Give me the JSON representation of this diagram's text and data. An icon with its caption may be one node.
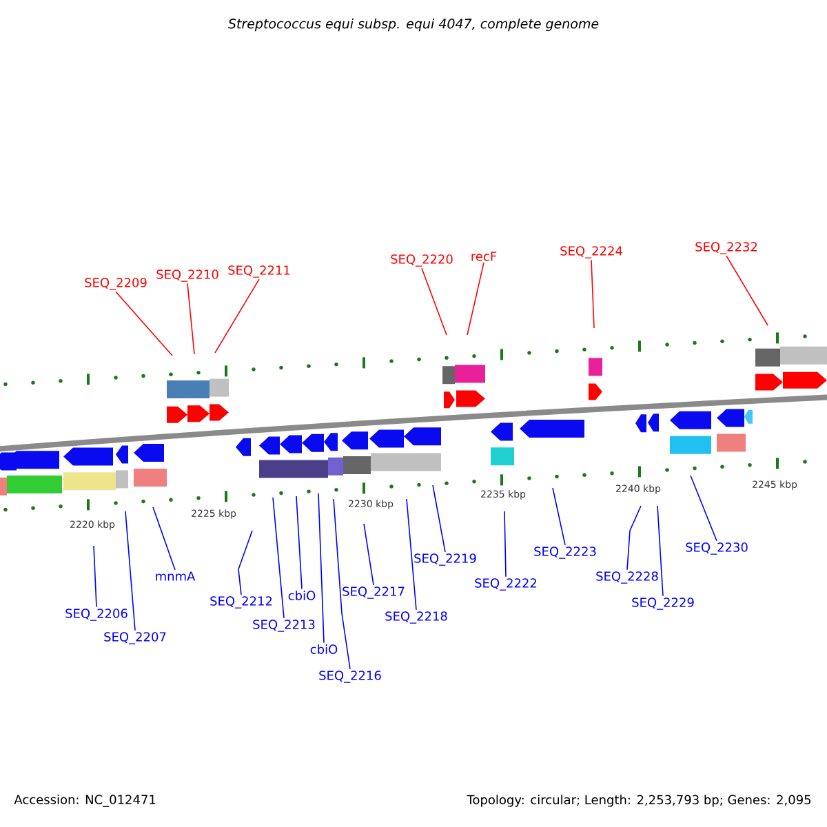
{
  "diagram": {
    "title": "Streptococcus equi subsp. equi 4047, complete genome",
    "nodes": [
      {
        "text": [
          "SEQ_2209"
        ]
      },
      {
        "text": [
          "SEQ_2210"
        ]
      },
      {
        "text": [
          "SEQ_2211"
        ]
      },
      {
        "text": [
          "SEQ_2220"
        ]
      },
      {
        "text": [
          "recF"
        ]
      },
      {
        "text": [
          "SEQ_2224"
        ]
      },
      {
        "text": [
          "SEQ_2232"
        ]
      },
      {
        "text": [
          "SEQ_2206"
        ]
      },
      {
        "text": [
          "SEQ_2207"
        ]
      },
      {
        "text": [
          "mnmA"
        ]
      },
      {
        "text": [
          "SEQ_2212"
        ]
      },
      {
        "text": [
          "SEQ_2213"
        ]
      },
      {
        "text": [
          "cbiO"
        ]
      },
      {
        "text": [
          "cbiO"
        ]
      },
      {
        "text": [
          "SEQ_2216"
        ]
      },
      {
        "text": [
          "SEQ_2217"
        ]
      },
      {
        "text": [
          "SEQ_2218"
        ]
      },
      {
        "text": [
          "SEQ_2219"
        ]
      },
      {
        "text": [
          "SEQ_2222"
        ]
      },
      {
        "text": [
          "SEQ_2223"
        ]
      },
      {
        "text": [
          "SEQ_2228"
        ]
      },
      {
        "text": [
          "SEQ_2229"
        ]
      },
      {
        "text": [
          "SEQ_2230"
        ]
      }
    ],
    "edges": [
      {
        "from": 0,
        "to": null,
        "arrow": "none",
        "color": "#ff0000"
      },
      {
        "from": 1,
        "to": null,
        "arrow": "none",
        "color": "#ff0000"
      },
      {
        "from": 2,
        "to": null,
        "arrow": "none",
        "color": "#ff0000"
      },
      {
        "from": 3,
        "to": null,
        "arrow": "none",
        "color": "#ff0000"
      },
      {
        "from": 4,
        "to": null,
        "arrow": "none",
        "color": "#ff0000"
      },
      {
        "from": 5,
        "to": null,
        "arrow": "none",
        "color": "#ff0000"
      },
      {
        "from": 6,
        "to": null,
        "arrow": "none",
        "color": "#ff0000"
      },
      {
        "from": 7,
        "to": null,
        "arrow": "none"
      },
      {
        "from": 8,
        "to": null,
        "arrow": "none"
      },
      {
        "from": 9,
        "to": null,
        "arrow": "none"
      },
      {
        "from": 10,
        "to": null,
        "arrow": "none"
      },
      {
        "from": 11,
        "to": null,
        "arrow": "none"
      },
      {
        "from": 12,
        "to": null,
        "arrow": "none"
      },
      {
        "from": 13,
        "to": null,
        "arrow": "none"
      },
      {
        "from": 14,
        "to": null,
        "arrow": "none"
      },
      {
        "from": 15,
        "to": null,
        "arrow": "none"
      },
      {
        "from": 16,
        "to": null,
        "arrow": "none"
      },
      {
        "from": 17,
        "to": null,
        "arrow": "none"
      },
      {
        "from": 18,
        "to": null,
        "arrow": "none"
      },
      {
        "from": 19,
        "to": null,
        "arrow": "none"
      },
      {
        "from": 20,
        "to": null,
        "arrow": "none"
      },
      {
        "from": 21,
        "to": null,
        "arrow": "none"
      },
      {
        "from": 22,
        "to": null,
        "arrow": "none"
      }
    ],
    "labels": [
      "2220 kbp",
      "2225 kbp",
      "2230 kbp",
      "2235 kbp",
      "2240 kbp",
      "2245 kbp",
      "Accession: NC_012471",
      "Topology: circular; Length: 2,253,793 bp; Genes: 2,095"
    ]
  }
}
